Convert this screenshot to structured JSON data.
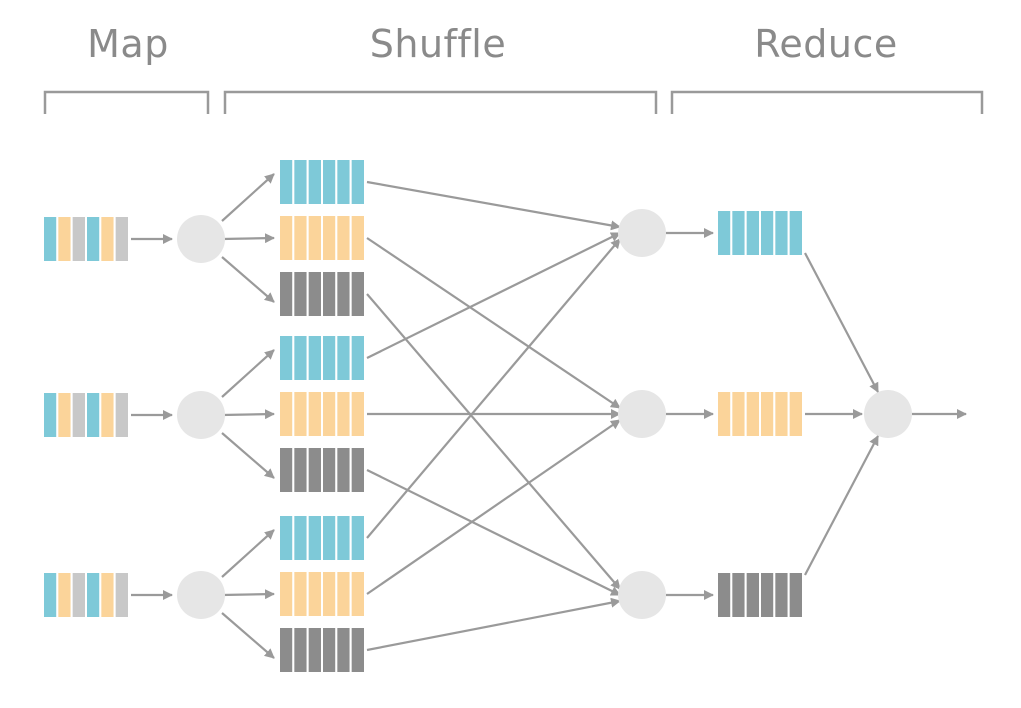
{
  "stages": {
    "map": "Map",
    "shuffle": "Shuffle",
    "reduce": "Reduce"
  },
  "colors": {
    "blue": "#7ec9d8",
    "orange": "#fbd49a",
    "gray": "#8c8c8c",
    "light_gray": "#c8c8c8",
    "node": "#e6e6e6",
    "line": "#9a9a9a",
    "bracket": "#9a9a9a"
  },
  "mappers": [
    {
      "input_pattern": [
        "blue",
        "orange",
        "light_gray",
        "blue",
        "orange",
        "light_gray"
      ]
    },
    {
      "input_pattern": [
        "blue",
        "orange",
        "light_gray",
        "blue",
        "orange",
        "light_gray"
      ]
    },
    {
      "input_pattern": [
        "blue",
        "orange",
        "light_gray",
        "blue",
        "orange",
        "light_gray"
      ]
    }
  ],
  "partitions": [
    "blue",
    "orange",
    "gray"
  ],
  "final_output": "arrow"
}
